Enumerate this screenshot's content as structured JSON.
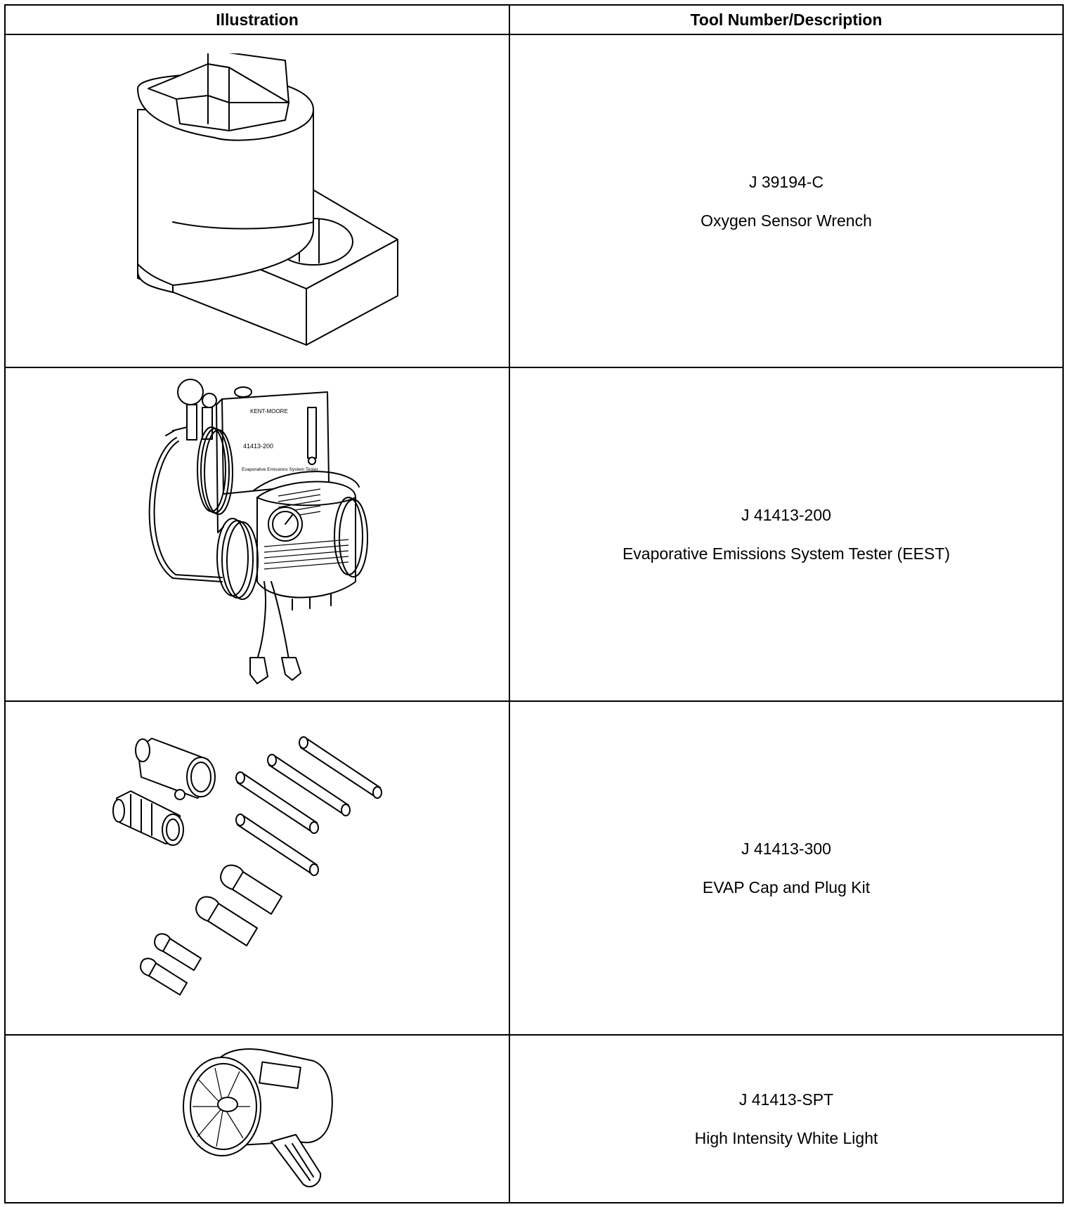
{
  "header": {
    "illustration": "Illustration",
    "tool_number_description": "Tool Number/Description"
  },
  "tools": [
    {
      "number": "J 39194-C",
      "description": "Oxygen Sensor Wrench",
      "illustration_icon": "oxygen-sensor-wrench-illustration"
    },
    {
      "number": "J 41413-200",
      "description": "Evaporative Emissions System Tester (EEST)",
      "illustration_icon": "emissions-tester-illustration",
      "illustration_text": {
        "brand": "KENT-MOORE",
        "model": "41413-200",
        "label": "Evaporative Emissions System Tester"
      }
    },
    {
      "number": "J 41413-300",
      "description": "EVAP Cap and Plug Kit",
      "illustration_icon": "cap-and-plug-kit-illustration"
    },
    {
      "number": "J 41413-SPT",
      "description": "High Intensity White Light",
      "illustration_icon": "white-light-illustration"
    }
  ]
}
